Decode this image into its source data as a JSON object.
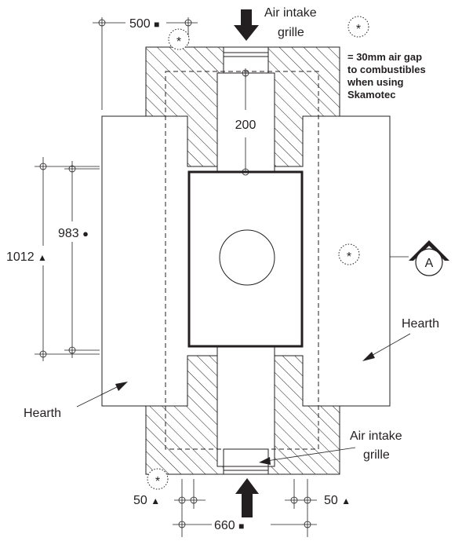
{
  "labels": {
    "air_intake_top": [
      "Air intake",
      "grille"
    ],
    "air_intake_bottom": [
      "Air intake",
      "grille"
    ],
    "hearth_left": "Hearth",
    "hearth_right": "Hearth",
    "note": [
      "= 30mm air gap",
      "to combustibles",
      "when using",
      "Skamotec"
    ],
    "section_marker": "A",
    "asterisk": "*"
  },
  "dimensions": {
    "top_width": "500",
    "inner_height": "200",
    "height_983": "983",
    "height_1012": "1012",
    "bottom_left_gap": "50",
    "bottom_right_gap": "50",
    "bottom_width": "660"
  },
  "symbols": {
    "square": "■",
    "dot": "●",
    "triangle": "▲"
  }
}
